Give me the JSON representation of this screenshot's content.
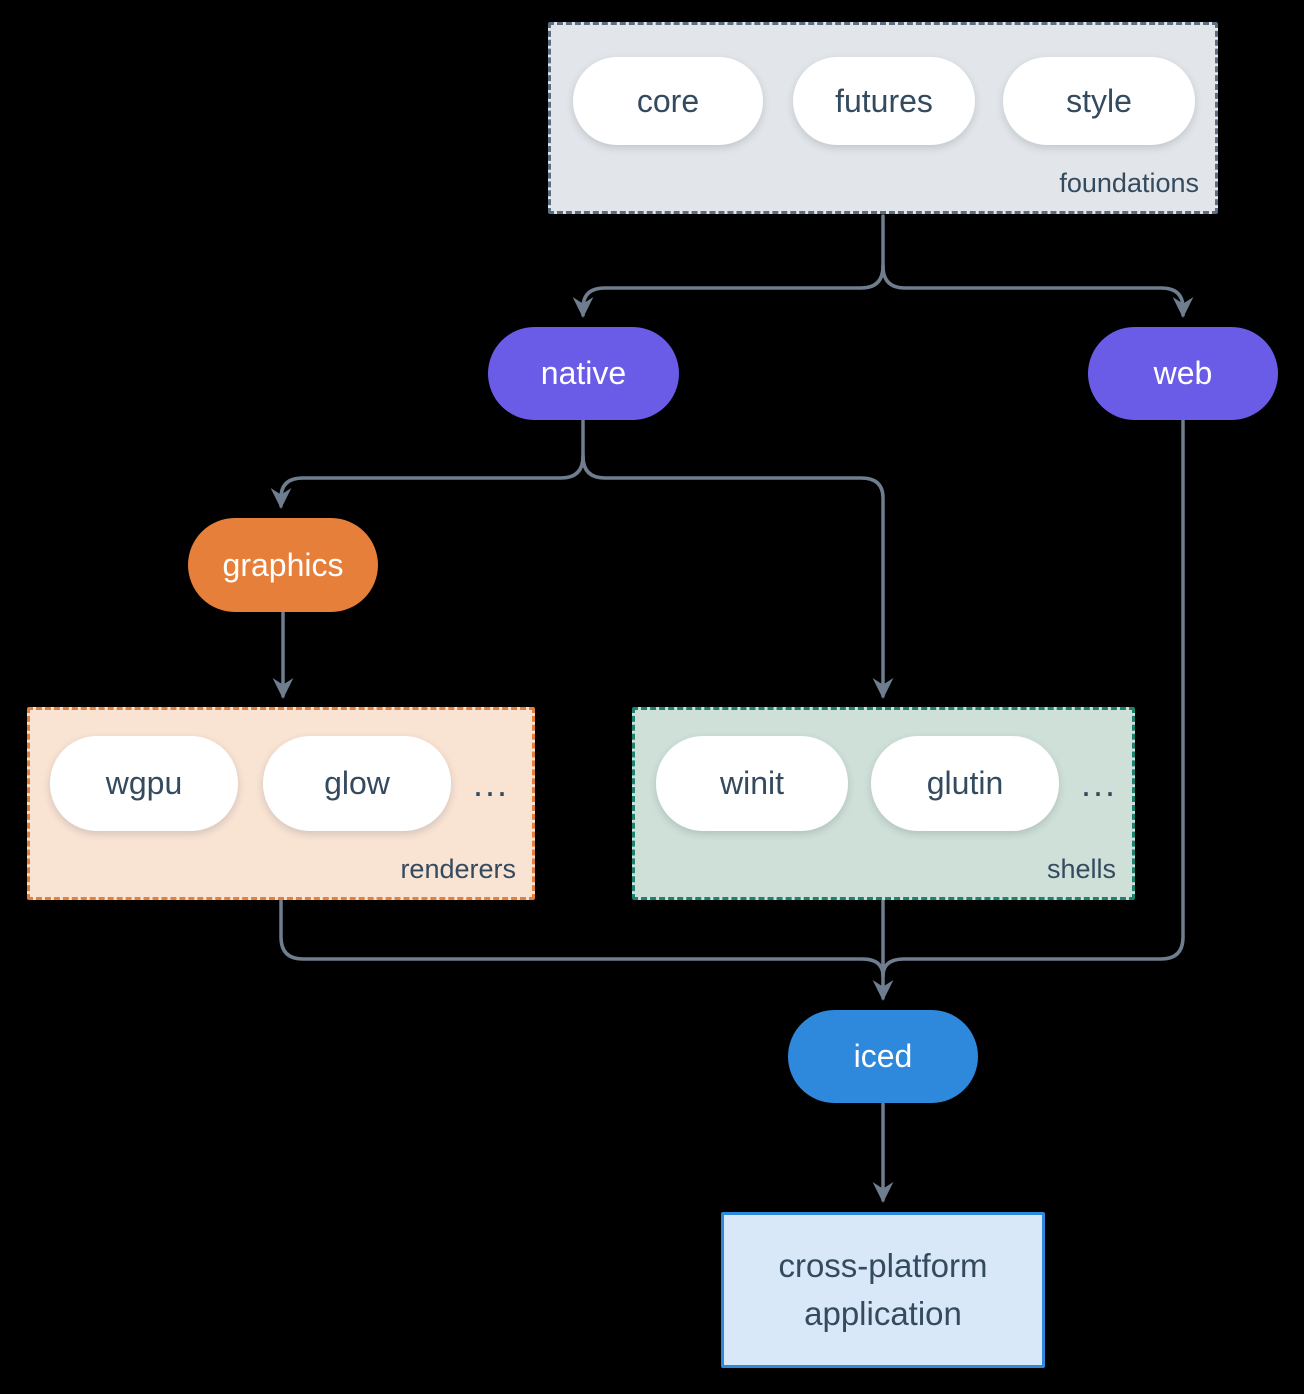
{
  "colors": {
    "bg": "#000000",
    "arrow": "#6e7e8f",
    "purple": "#6b5ce8",
    "orange": "#e67f3a",
    "blue": "#2e88dc",
    "foundations-fill": "#e2e6ea",
    "foundations-border": "#5c6e80",
    "renderers-fill": "#f9e3d3",
    "renderers-border": "#e67f3a",
    "shells-fill": "#cfe0d8",
    "shells-border": "#1e8270",
    "app-fill": "#d8e8f8",
    "app-border": "#2e88dc",
    "dark-text": "#344a5e",
    "white-text": "#ffffff"
  },
  "groups": {
    "foundations": {
      "label": "foundations",
      "pills": [
        "core",
        "futures",
        "style"
      ]
    },
    "renderers": {
      "label": "renderers",
      "pills": [
        "wgpu",
        "glow"
      ],
      "ellipsis": "..."
    },
    "shells": {
      "label": "shells",
      "pills": [
        "winit",
        "glutin"
      ],
      "ellipsis": "..."
    }
  },
  "nodes": {
    "native": "native",
    "web": "web",
    "graphics": "graphics",
    "iced": "iced",
    "application": {
      "line1": "cross-platform",
      "line2": "application"
    }
  }
}
